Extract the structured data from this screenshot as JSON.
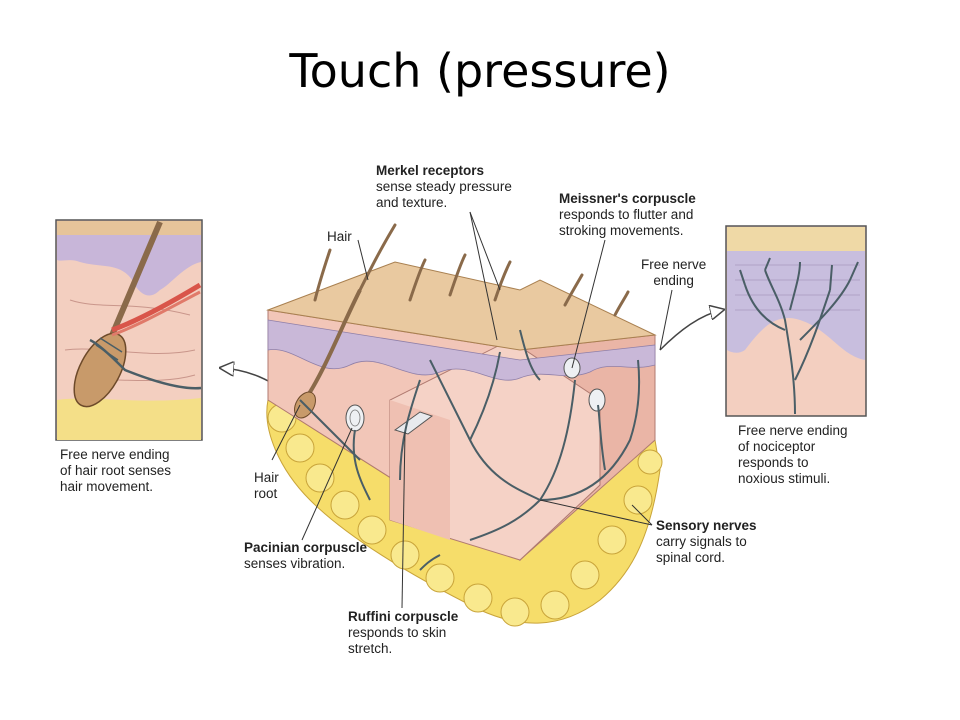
{
  "title": "Touch (pressure)",
  "labels": {
    "merkel": {
      "name": "Merkel receptors",
      "line1": "sense steady pressure",
      "line2": "and texture."
    },
    "meissner": {
      "name": "Meissner's corpuscle",
      "line1": "responds to flutter and",
      "line2": "stroking movements."
    },
    "hair": "Hair",
    "free_nerve_ending": {
      "line1": "Free nerve",
      "line2": "ending"
    },
    "hair_root": {
      "line1": "Hair",
      "line2": "root"
    },
    "hair_root_inset": {
      "line1": "Free nerve ending",
      "line2": "of hair root senses",
      "line3": "hair movement."
    },
    "nociceptor_inset": {
      "line1": "Free nerve ending",
      "line2": "of nociceptor",
      "line3": "responds to",
      "line4": "noxious stimuli."
    },
    "sensory_nerves": {
      "name": "Sensory nerves",
      "line1": "carry signals to",
      "line2": "spinal cord."
    },
    "pacinian": {
      "name": "Pacinian corpuscle",
      "line1": "senses vibration."
    },
    "ruffini": {
      "name": "Ruffini corpuscle",
      "line1": "responds to skin",
      "line2": "stretch."
    }
  },
  "colors": {
    "epidermis": "#e9c9a0",
    "dermis": "#f2c6b8",
    "dermis_dark": "#e7aca0",
    "fat": "#f6dd6a",
    "papilla": "#c9b8d8",
    "nerve": "#4a5e66",
    "hair": "#8a6a4a"
  }
}
